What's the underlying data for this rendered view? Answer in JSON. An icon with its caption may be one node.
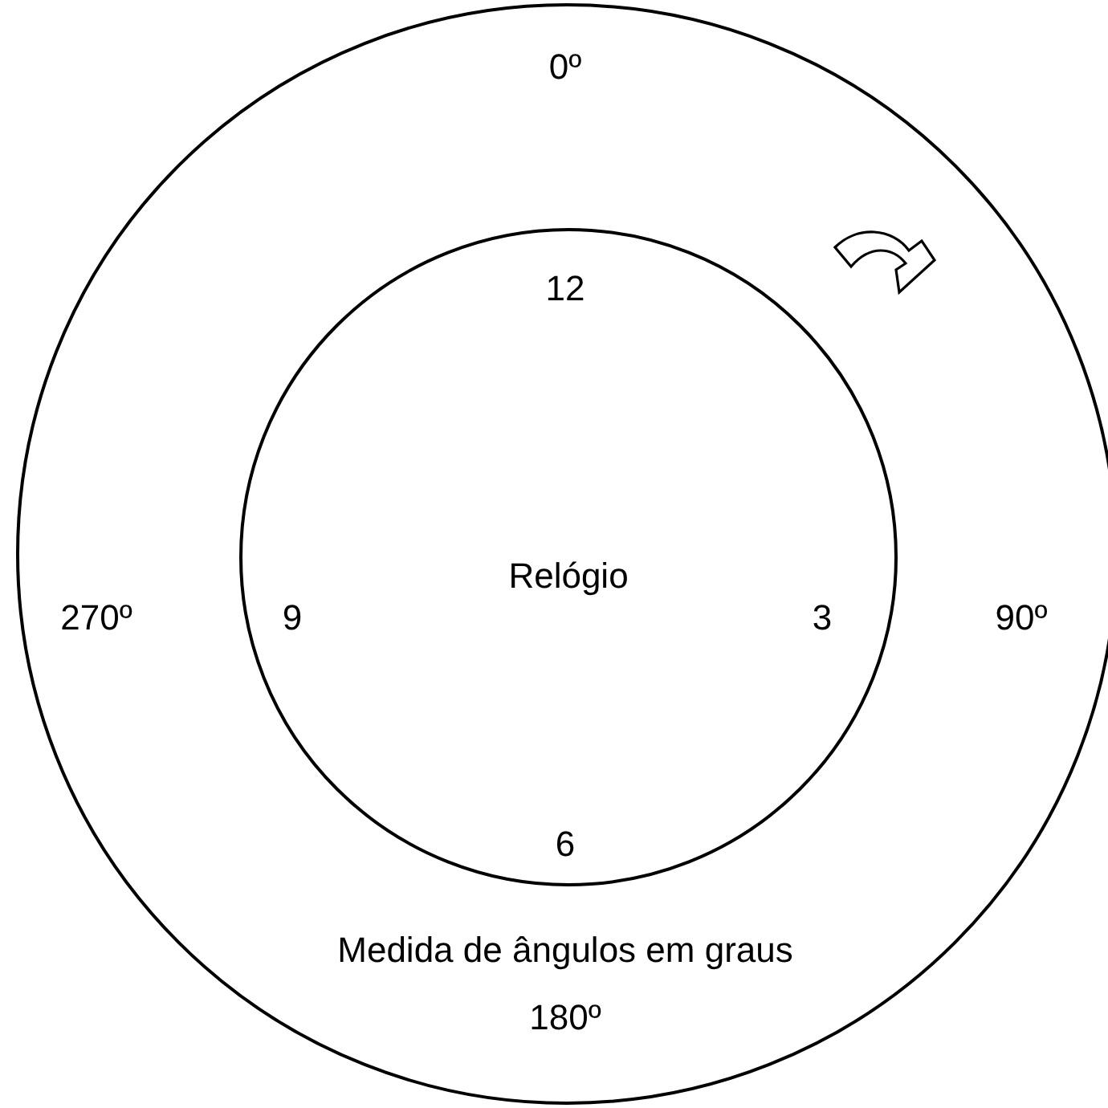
{
  "diagram": {
    "nodes": [
      {
        "text": [
          "Medida de ângulos em graus"
        ]
      },
      {
        "text": [
          "Relógio"
        ],
        "in": 0
      }
    ],
    "labels": [
      "0º",
      "12",
      "270º",
      "9",
      "3",
      "90º",
      "6",
      "180º"
    ]
  }
}
